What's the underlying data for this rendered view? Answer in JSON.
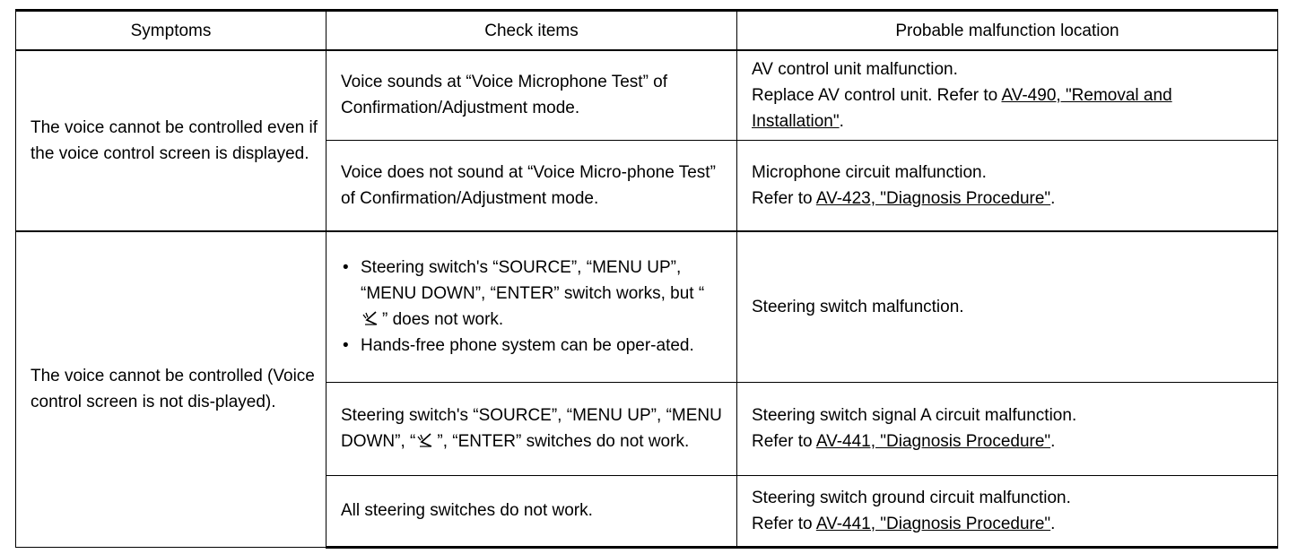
{
  "table": {
    "headers": [
      "Symptoms",
      "Check items",
      "Probable malfunction location"
    ],
    "groups": [
      {
        "symptom": "The voice cannot be controlled even if the voice control screen is displayed.",
        "rows": [
          {
            "check": "Voice sounds at “Voice Microphone Test” of Confirmation/Adjustment mode.",
            "location_text": "AV control unit malfunction.",
            "location_prefix": "Replace AV control unit. Refer to ",
            "location_link": "AV-490, \"Removal and Installation\"",
            "location_suffix": "."
          },
          {
            "check": "Voice does not sound at “Voice Micro-phone Test” of Confirmation/Adjustment mode.",
            "location_text": "Microphone circuit malfunction.",
            "location_prefix": "Refer to ",
            "location_link": "AV-423, \"Diagnosis Procedure\"",
            "location_suffix": "."
          }
        ]
      },
      {
        "symptom": "The voice cannot be controlled (Voice control screen is not dis-played).",
        "rows": [
          {
            "check_bullets": [
              {
                "before_icon": "Steering switch's “SOURCE”, “MENU UP”, “MENU DOWN”, “ENTER” switch works, but “",
                "icon": "voice-command-icon",
                "after_icon": "” does not work."
              },
              {
                "text": "Hands-free phone system can be oper-ated."
              }
            ],
            "location_text": "Steering switch malfunction."
          },
          {
            "check_before_icon": "Steering switch's “SOURCE”, “MENU UP”, “MENU DOWN”, “",
            "check_icon": "voice-command-icon",
            "check_after_icon": "”, “ENTER” switches do not work.",
            "location_text": "Steering switch signal A circuit malfunction.",
            "location_prefix": "Refer to ",
            "location_link": "AV-441, \"Diagnosis Procedure\"",
            "location_suffix": "."
          },
          {
            "check": "All steering switches do not work.",
            "location_text": "Steering switch ground circuit malfunction.",
            "location_prefix": "Refer to ",
            "location_link": "AV-441, \"Diagnosis Procedure\"",
            "location_suffix": "."
          }
        ]
      }
    ]
  }
}
